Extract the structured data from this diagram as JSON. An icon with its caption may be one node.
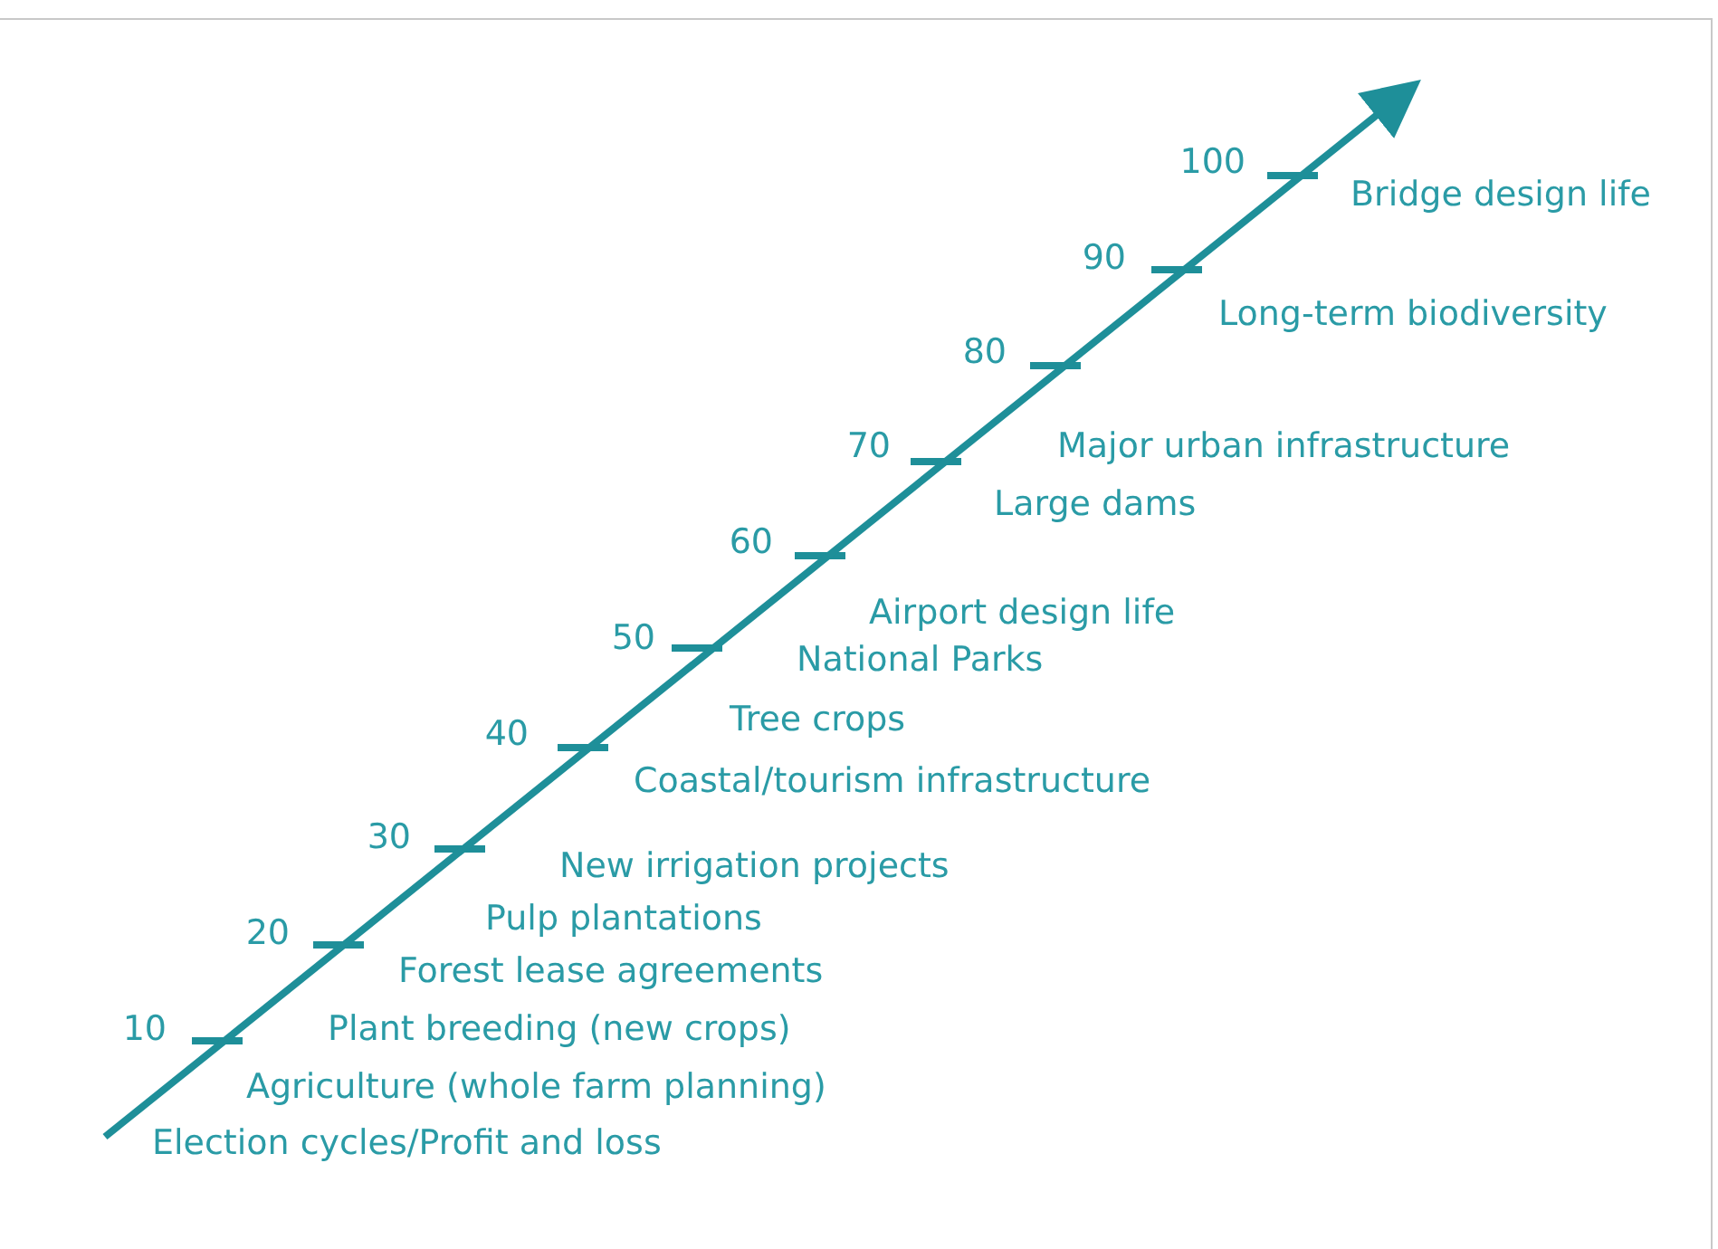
{
  "diagram": {
    "labels": [
      "100",
      "Bridge design life",
      "90",
      "Long-term biodiversity",
      "80",
      "Major urban infrastructure",
      "70",
      "Large dams",
      "60",
      "Airport design life",
      "50",
      "National Parks",
      "Tree crops",
      "40",
      "Coastal/tourism infrastructure",
      "30",
      "New irrigation projects",
      "Pulp plantations",
      "20",
      "Forest lease agreements",
      "10",
      "Plant breeding (new crops)",
      "Agriculture (whole farm planning)",
      "Election cycles/Profit and loss"
    ]
  }
}
